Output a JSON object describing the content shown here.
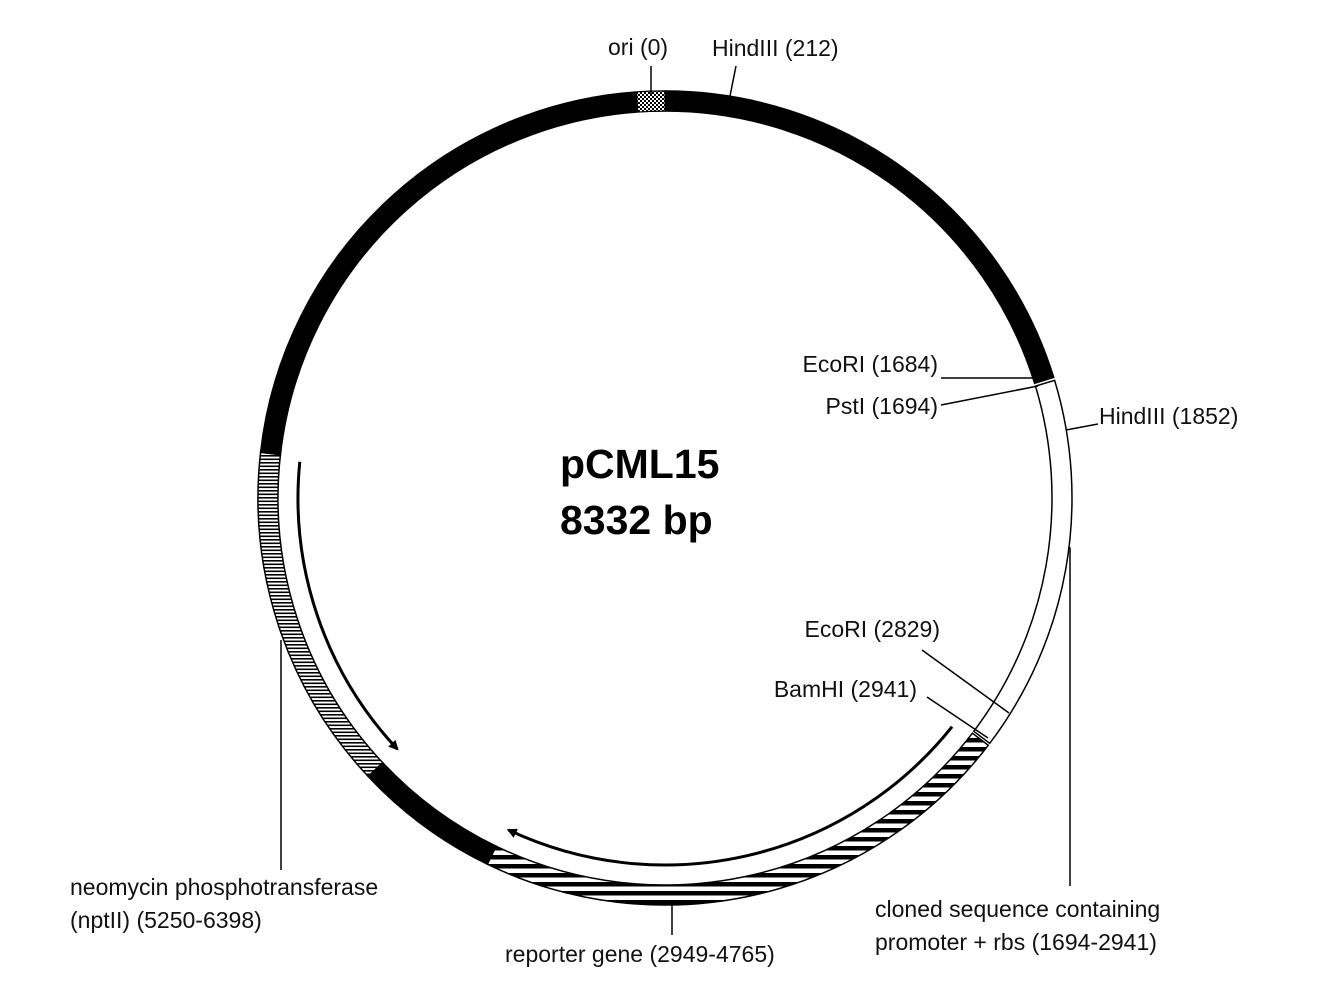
{
  "plasmid": {
    "name": "pCML15",
    "size_label": "8332 bp",
    "length_bp": 8332
  },
  "features": [
    {
      "id": "backbone",
      "start": 0,
      "end": 1684,
      "fill": "black"
    },
    {
      "id": "cloned",
      "start": 1694,
      "end": 2941,
      "fill": "white"
    },
    {
      "id": "reporter",
      "start": 2949,
      "end": 4765,
      "fill": "hstripe"
    },
    {
      "id": "backbone2",
      "start": 4765,
      "end": 5250,
      "fill": "black"
    },
    {
      "id": "nptII",
      "start": 5250,
      "end": 6398,
      "fill": "finestripe"
    },
    {
      "id": "backbone3",
      "start": 6398,
      "end": 8332,
      "fill": "black"
    }
  ],
  "arrows": [
    {
      "id": "nptII-arrow",
      "from": 6380,
      "to": 5250
    },
    {
      "id": "reporter-arrow",
      "from": 2975,
      "to": 4750
    }
  ],
  "labels": {
    "ori": "ori (0)",
    "hind212": "HindIII (212)",
    "eco1684": "EcoRI (1684)",
    "pst1694": "PstI (1694)",
    "hind1852": "HindIII (1852)",
    "eco2829": "EcoRI (2829)",
    "bam2941": "BamHI (2941)",
    "neo1": "neomycin phosphotransferase",
    "neo2": "(nptII) (5250-6398)",
    "reporter": "reporter gene (2949-4765)",
    "cloned1": "cloned sequence containing",
    "cloned2": "promoter + rbs (1694-2941)"
  }
}
